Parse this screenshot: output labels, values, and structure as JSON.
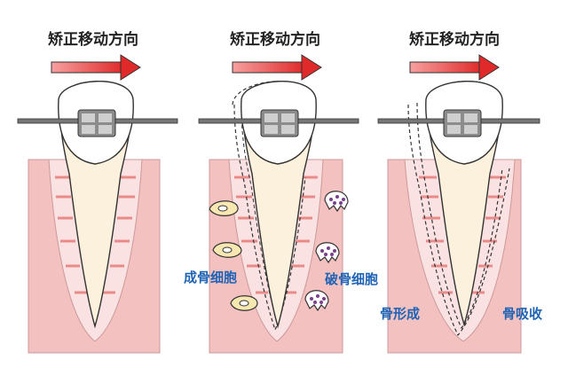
{
  "panels": [
    {
      "title": "矫正移动方向"
    },
    {
      "title": "矫正移动方向"
    },
    {
      "title": "矫正移动方向"
    }
  ],
  "labels": {
    "osteoblast": "成骨细胞",
    "osteoclast": "破骨细胞",
    "bone_formation": "骨形成",
    "bone_resorption": "骨吸收"
  },
  "colors": {
    "gum": "#f4c1c1",
    "ligament_band": "#fbe2e2",
    "fiber": "#e98b8b",
    "root": "#fcf1dd",
    "arrow": "#e23232",
    "label": "#1f63b5",
    "bracket": "#8c8c8c",
    "osteoclast": "#7a3f8c"
  }
}
